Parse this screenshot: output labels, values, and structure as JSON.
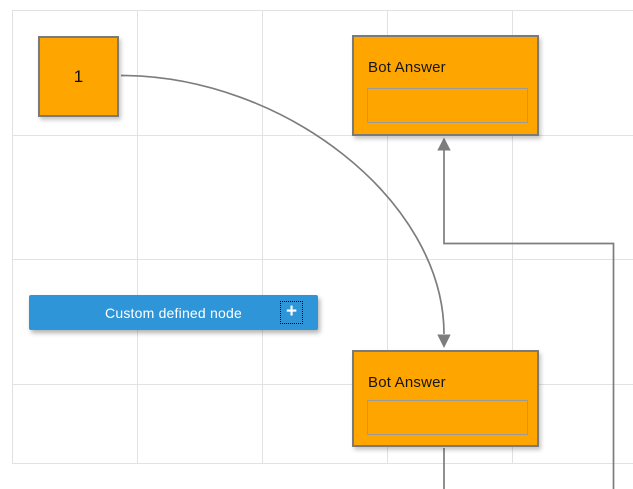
{
  "nodes": {
    "node1": {
      "label": "1"
    },
    "bot_answer_top": {
      "title": "Bot Answer",
      "input_value": ""
    },
    "bot_answer_bottom": {
      "title": "Bot Answer",
      "input_value": ""
    },
    "custom": {
      "label": "Custom defined node",
      "plus_label": "+"
    }
  },
  "colors": {
    "node_fill": "#FFA500",
    "node_border": "#7A7A7A",
    "custom_node_fill": "#2E95D8",
    "custom_node_text": "#FFFFFF",
    "node_title_text": "#161616",
    "connector": "#7D7D7D",
    "grid_line": "#E2E2E2",
    "input_border": "#9B9B9B"
  }
}
